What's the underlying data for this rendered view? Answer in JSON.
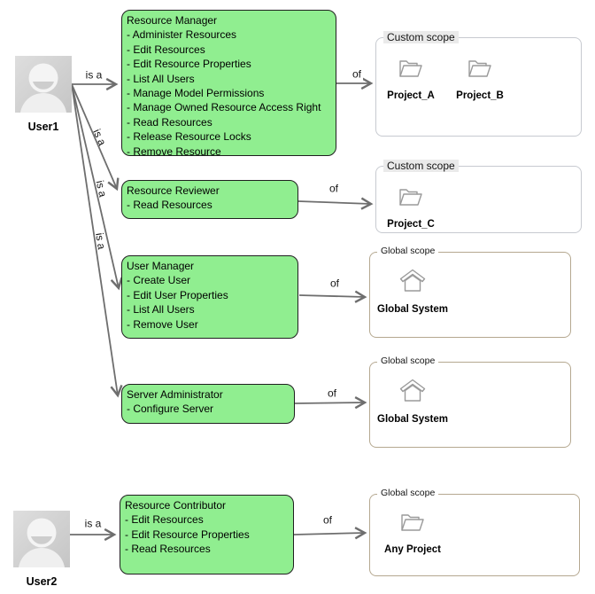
{
  "diagram": {
    "users": [
      {
        "name": "User1"
      },
      {
        "name": "User2"
      }
    ],
    "edge_labels": {
      "is_a": "is a",
      "of": "of"
    },
    "roles": [
      {
        "title": "Resource Manager",
        "items": [
          "- Administer Resources",
          "- Edit Resources",
          "- Edit Resource Properties",
          "- List All Users",
          "- Manage Model Permissions",
          "- Manage Owned Resource Access Right",
          "- Read Resources",
          "- Release Resource Locks",
          "- Remove Resource"
        ]
      },
      {
        "title": "Resource Reviewer",
        "items": [
          "- Read Resources"
        ]
      },
      {
        "title": "User Manager",
        "items": [
          "- Create User",
          "- Edit User Properties",
          "- List All Users",
          "- Remove User"
        ]
      },
      {
        "title": "Server Administrator",
        "items": [
          "- Configure Server"
        ]
      },
      {
        "title": "Resource Contributor",
        "items": [
          "- Edit Resources",
          "- Edit Resource Properties",
          "- Read Resources"
        ]
      }
    ],
    "scopes": [
      {
        "legend": "Custom scope",
        "type": "custom",
        "items": [
          {
            "icon": "folder-icon",
            "label": "Project_A"
          },
          {
            "icon": "folder-icon",
            "label": "Project_B"
          }
        ]
      },
      {
        "legend": "Custom scope",
        "type": "custom",
        "items": [
          {
            "icon": "folder-icon",
            "label": "Project_C"
          }
        ]
      },
      {
        "legend": "Global scope",
        "type": "global",
        "items": [
          {
            "icon": "home-icon",
            "label": "Global System"
          }
        ]
      },
      {
        "legend": "Global scope",
        "type": "global",
        "items": [
          {
            "icon": "home-icon",
            "label": "Global System"
          }
        ]
      },
      {
        "legend": "Global scope",
        "type": "global",
        "items": [
          {
            "icon": "folder-icon",
            "label": "Any Project"
          }
        ]
      }
    ],
    "colors": {
      "role_fill": "#90ee90",
      "role_border": "#1f1f1f",
      "arrow": "#6e6e6e",
      "custom_scope_border": "#c7cad0",
      "global_scope_border": "#b5a890",
      "icon_stroke": "#9a9a9a"
    }
  }
}
